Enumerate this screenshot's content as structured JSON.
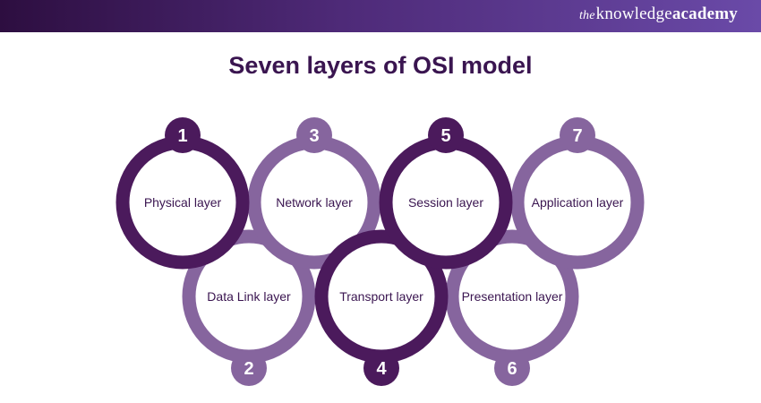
{
  "header": {
    "brand_prefix": "the",
    "brand_main": "knowledge",
    "brand_bold": "academy"
  },
  "title": "Seven layers of OSI model",
  "colors": {
    "dark": "#4b1a5c",
    "light": "#86659e",
    "label": "#3a1550"
  },
  "layers": [
    {
      "number": "1",
      "label": "Physical layer",
      "tone": "dark"
    },
    {
      "number": "2",
      "label": "Data Link layer",
      "tone": "light"
    },
    {
      "number": "3",
      "label": "Network layer",
      "tone": "light"
    },
    {
      "number": "4",
      "label": "Transport layer",
      "tone": "dark"
    },
    {
      "number": "5",
      "label": "Session layer",
      "tone": "dark"
    },
    {
      "number": "6",
      "label": "Presentation layer",
      "tone": "light"
    },
    {
      "number": "7",
      "label": "Application layer",
      "tone": "light"
    }
  ]
}
